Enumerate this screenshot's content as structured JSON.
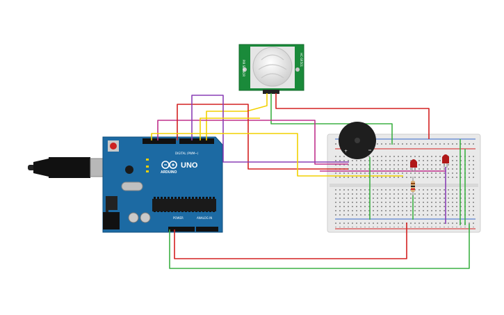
{
  "board": {
    "brand": "ARDUINO",
    "model": "UNO",
    "digital_header": "DIGITAL (PWM~)",
    "power_header": "POWER",
    "analog_header": "ANALOG IN",
    "color": "#1c6aa3"
  },
  "sensor": {
    "left_label": "PIR SENSOR",
    "right_label": "HC-SR501",
    "color": "#1a8a3a"
  },
  "wires": {
    "red": "#d42020",
    "green": "#3cb043",
    "yellow": "#f2d100",
    "magenta": "#c0308c",
    "purple": "#8a3fb5"
  }
}
